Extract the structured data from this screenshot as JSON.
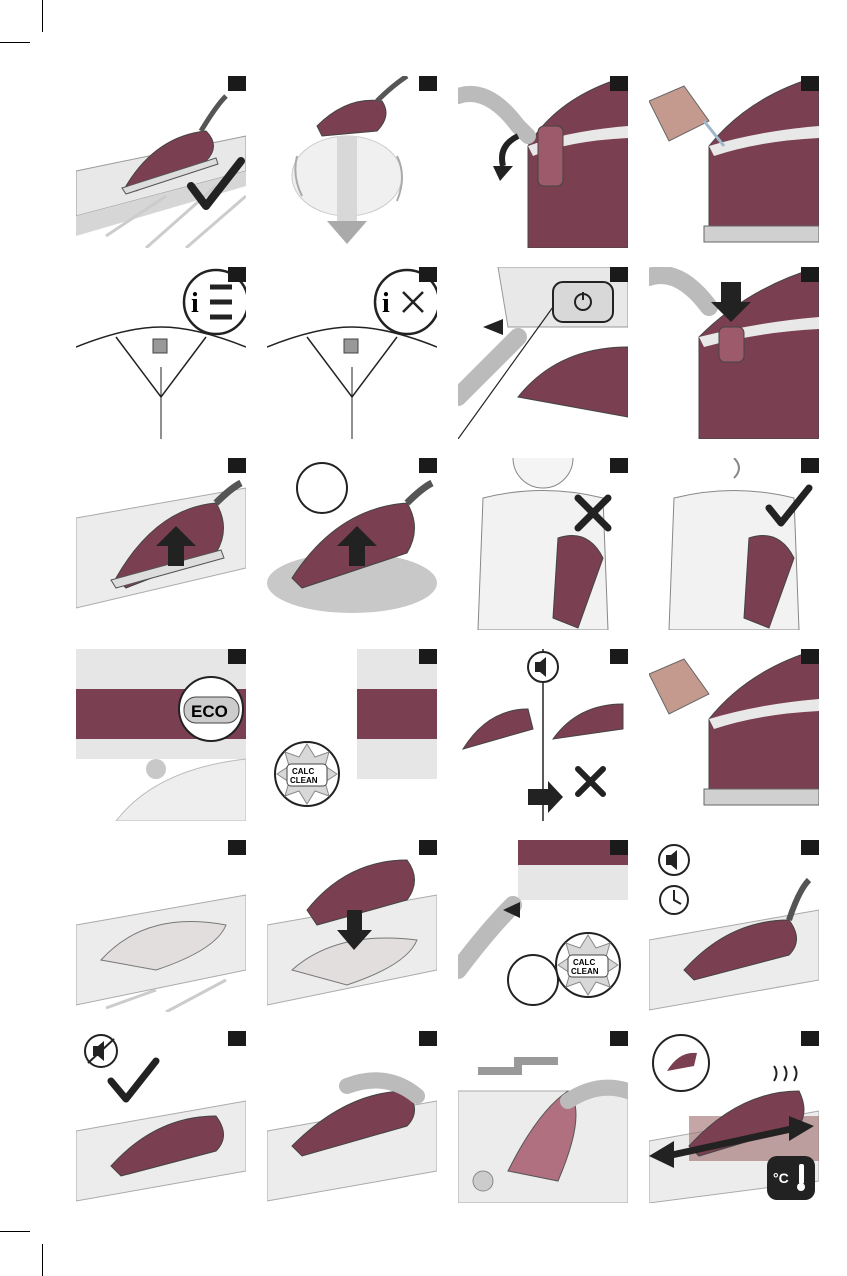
{
  "page": {
    "panel_count": 24,
    "accent_color": "#8c4a5a",
    "body_color": "#7a3f50",
    "gray_color": "#e0e0e0"
  },
  "labels": {
    "eco": "ECO",
    "calc": "CALC",
    "clean": "CLEAN",
    "calc_2": "CALC",
    "clean_2": "CLEAN",
    "celsius": "°C"
  },
  "icons": {
    "info": "i",
    "sound": "speaker-icon",
    "mute": "mute-icon",
    "timer": "timer-icon",
    "check": "checkmark-icon",
    "cross": "cross-icon",
    "power": "power-icon"
  }
}
